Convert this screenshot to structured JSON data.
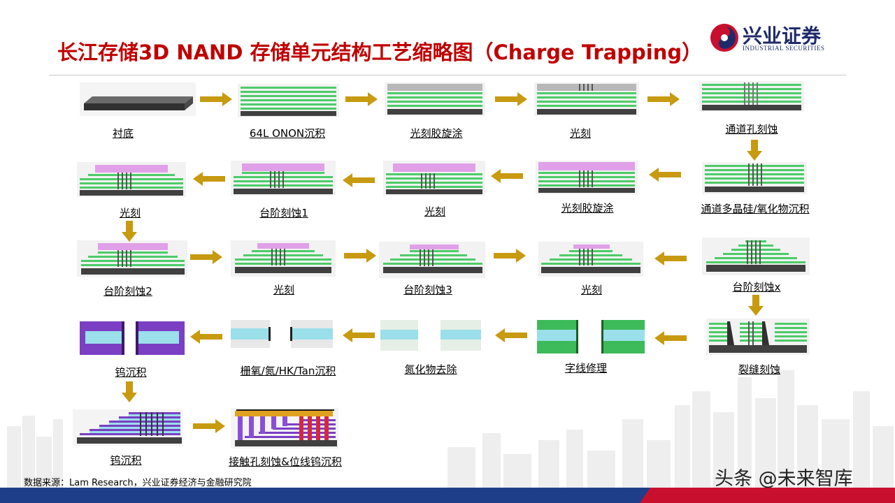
{
  "title": "长江存储3D NAND 存储单元结构工艺缩略图（Charge Trapping）",
  "logo": {
    "cn": "兴业证券",
    "en": "INDUSTRIAL SECURITIES"
  },
  "steps": [
    "衬底",
    "64L ONON沉积",
    "光刻胶旋涂",
    "光刻",
    "通道孔刻蚀",
    "通道多晶硅/氧化物沉积",
    "光刻胶旋涂",
    "光刻",
    "台阶刻蚀1",
    "光刻",
    "台阶刻蚀2",
    "光刻",
    "台阶刻蚀3",
    "光刻",
    "台阶刻蚀x",
    "裂缝刻蚀",
    "字线修理",
    "氮化物去除",
    "栅氧/氮/HK/Tan沉积",
    "钨沉积",
    "钨沉积",
    "接触孔刻蚀&位线钨沉积"
  ],
  "source": "数据来源：Lam Research，兴业证券经济与金融研究院",
  "watermark": "头条 @未来智库",
  "colors": {
    "title": "#c00000",
    "arrow": "#c79a0f",
    "green": "#4ccc68",
    "pink": "#e0a0e8",
    "substrate": "#404040",
    "footer_blue": "#1f3e8a",
    "footer_red": "#c8102e"
  }
}
